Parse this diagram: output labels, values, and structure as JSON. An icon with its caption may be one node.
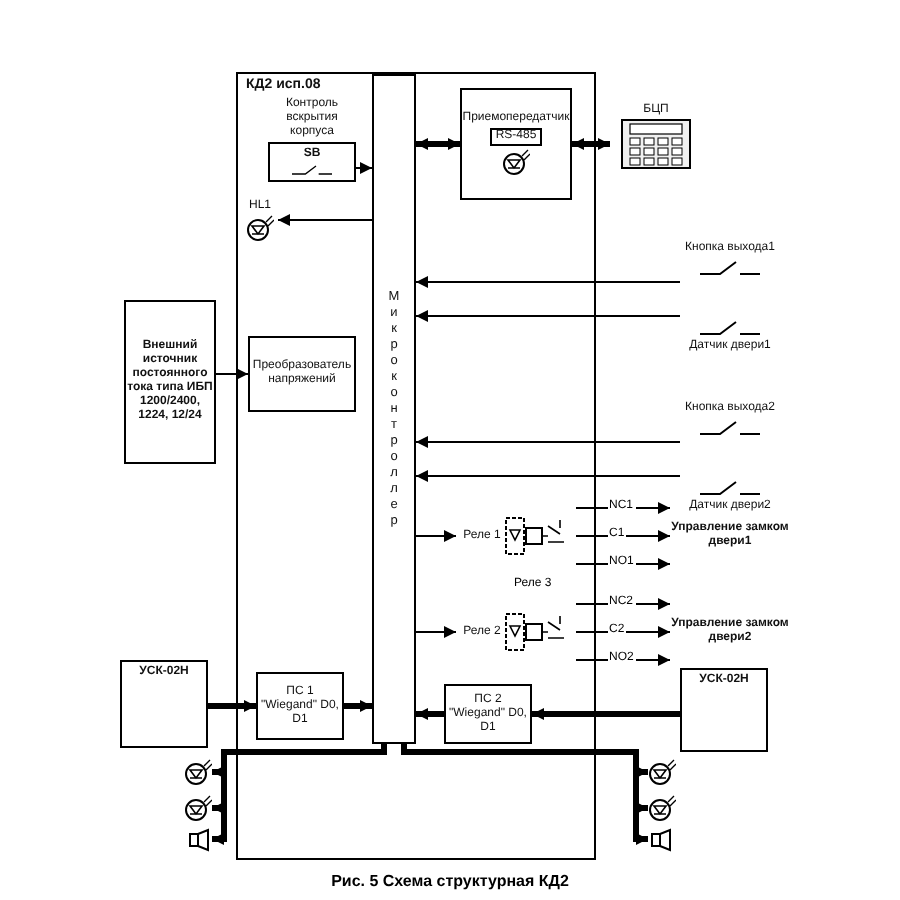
{
  "diagram": {
    "caption": "Рис. 5 Схема структурная КД2",
    "nodes": [
      {
        "text": [
          "КД2 исп.08"
        ]
      },
      {
        "text": [
          "Контроль вскрытия корпуса",
          "SB"
        ],
        "in": 0
      },
      {
        "text": [
          "HL1"
        ],
        "in": 0
      },
      {
        "text": [
          "Микроконтроллер"
        ],
        "in": 0
      },
      {
        "text": [
          "Приемопередатчик",
          "RS-485"
        ],
        "in": 0
      },
      {
        "text": [
          "БЦП"
        ]
      },
      {
        "text": [
          "Внешний источник постоянного тока типа ИБП 1200/2400, 1224, 12/24"
        ]
      },
      {
        "text": [
          "Преобразователь напряжений"
        ],
        "in": 0
      },
      {
        "text": [
          "Кнопка выхода1"
        ]
      },
      {
        "text": [
          "Датчик двери1"
        ]
      },
      {
        "text": [
          "Кнопка выхода2"
        ]
      },
      {
        "text": [
          "Датчик двери2"
        ]
      },
      {
        "text": [
          "Реле 1"
        ],
        "in": 0
      },
      {
        "text": [
          "Реле 2"
        ],
        "in": 0
      },
      {
        "text": [
          "Управление замком двери1"
        ]
      },
      {
        "text": [
          "Управление замком двери2"
        ]
      },
      {
        "text": [
          "УСК-02Н"
        ]
      },
      {
        "text": [
          "ПС 1 \"Wiegand\" D0, D1"
        ],
        "in": 0
      },
      {
        "text": [
          "ПС 2 \"Wiegand\" D0, D1"
        ],
        "in": 0
      },
      {
        "text": [
          "УСК-02Н"
        ]
      },
      {
        "text": [],
        "shape": "circle"
      },
      {
        "text": [],
        "shape": "circle"
      },
      {
        "text": [],
        "shape": "box"
      },
      {
        "text": [],
        "shape": "circle"
      },
      {
        "text": [],
        "shape": "circle"
      },
      {
        "text": [],
        "shape": "box"
      }
    ],
    "edges": [
      {
        "from": 1,
        "to": 3,
        "arrow": "to"
      },
      {
        "from": 3,
        "to": 2,
        "arrow": "to"
      },
      {
        "from": 3,
        "to": 4,
        "arrow": "both",
        "style": "thick"
      },
      {
        "from": 4,
        "to": 5,
        "arrow": "both",
        "style": "thick"
      },
      {
        "from": 6,
        "to": 7,
        "arrow": "to"
      },
      {
        "from": 8,
        "to": 3,
        "arrow": "to"
      },
      {
        "from": 9,
        "to": 3,
        "arrow": "to"
      },
      {
        "from": 10,
        "to": 3,
        "arrow": "to"
      },
      {
        "from": 11,
        "to": 3,
        "arrow": "to"
      },
      {
        "from": 3,
        "to": 12,
        "arrow": "to"
      },
      {
        "from": 3,
        "to": 13,
        "arrow": "to"
      },
      {
        "from": 12,
        "to": 14,
        "arrow": "to",
        "label": "NC1"
      },
      {
        "from": 12,
        "to": 14,
        "arrow": "to",
        "label": "C1"
      },
      {
        "from": 12,
        "to": 14,
        "arrow": "to",
        "label": "NO1"
      },
      {
        "from": 13,
        "to": 15,
        "arrow": "to",
        "label": "NC2"
      },
      {
        "from": 13,
        "to": 15,
        "arrow": "to",
        "label": "C2"
      },
      {
        "from": 13,
        "to": 15,
        "arrow": "to",
        "label": "NO2"
      },
      {
        "from": 16,
        "to": 17,
        "arrow": "to",
        "style": "thick"
      },
      {
        "from": 17,
        "to": 3,
        "arrow": "to",
        "style": "thick"
      },
      {
        "from": 19,
        "to": 18,
        "arrow": "to",
        "style": "thick"
      },
      {
        "from": 18,
        "to": 3,
        "arrow": "to",
        "style": "thick"
      },
      {
        "from": 3,
        "to": 20,
        "arrow": "to",
        "style": "thick"
      },
      {
        "from": 3,
        "to": 21,
        "arrow": "to",
        "style": "thick"
      },
      {
        "from": 3,
        "to": 22,
        "arrow": "to",
        "style": "thick"
      },
      {
        "from": 3,
        "to": 23,
        "arrow": "to",
        "style": "thick"
      },
      {
        "from": 3,
        "to": 24,
        "arrow": "to",
        "style": "thick"
      },
      {
        "from": 3,
        "to": 25,
        "arrow": "to",
        "style": "thick"
      }
    ],
    "labels": [
      "Реле 3"
    ]
  }
}
